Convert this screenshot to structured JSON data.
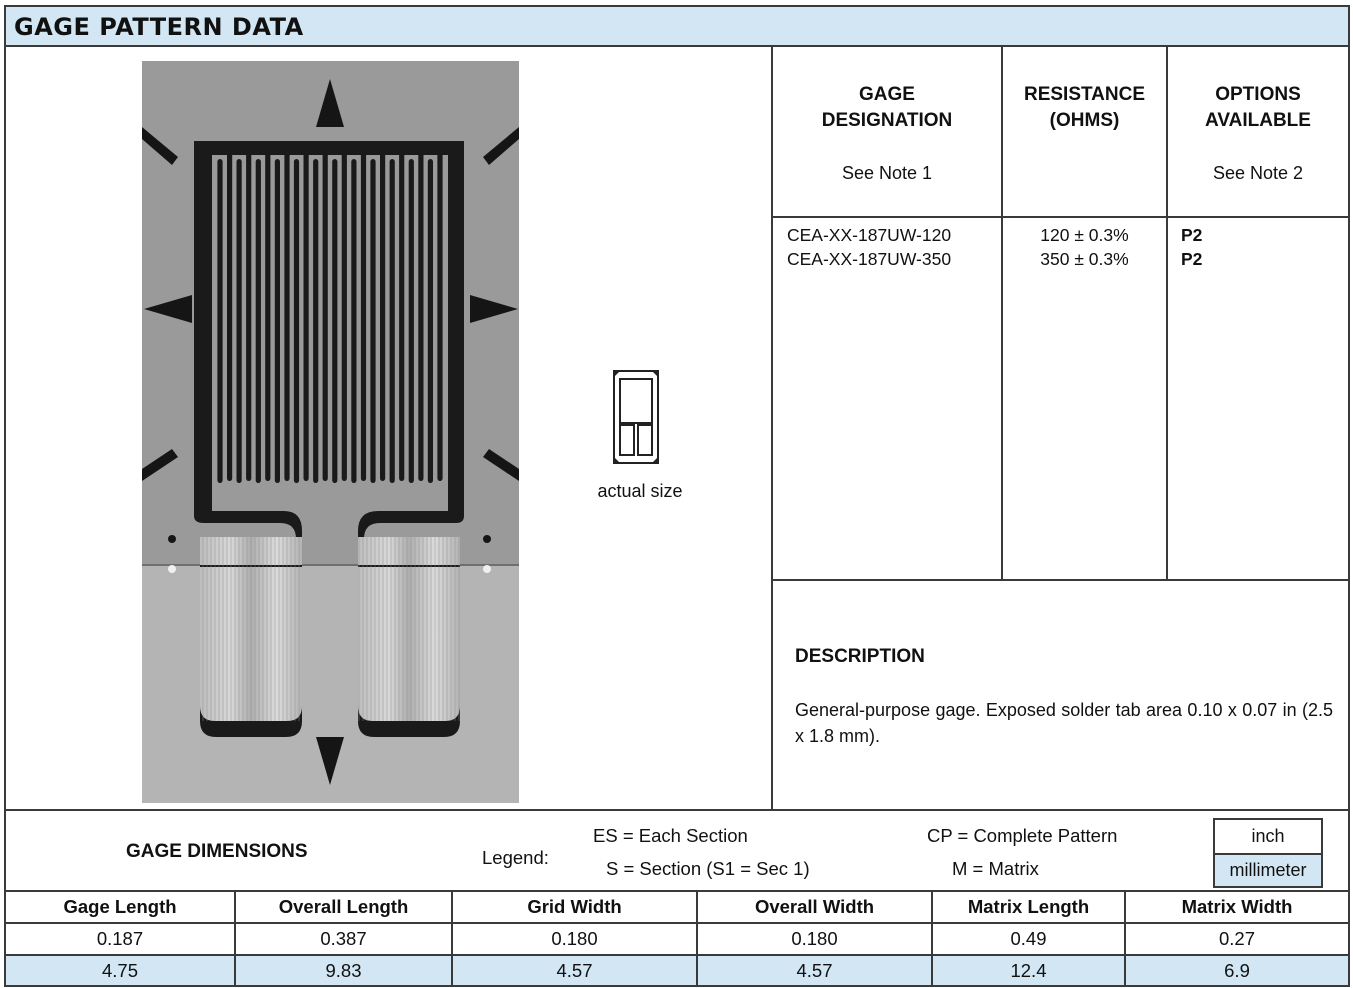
{
  "title": "GAGE PATTERN DATA",
  "actual_size_label": "actual size",
  "table_headers": {
    "designation": [
      "GAGE",
      "DESIGNATION"
    ],
    "designation_note": "See Note 1",
    "resistance": [
      "RESISTANCE",
      "(OHMS)"
    ],
    "options": [
      "OPTIONS",
      "AVAILABLE"
    ],
    "options_note": "See Note 2"
  },
  "gages": [
    {
      "designation": "CEA-XX-187UW-120",
      "resistance": "120 ± 0.3%",
      "options": "P2"
    },
    {
      "designation": "CEA-XX-187UW-350",
      "resistance": "350 ± 0.3%",
      "options": "P2"
    }
  ],
  "description": {
    "title": "DESCRIPTION",
    "text": "General-purpose gage. Exposed solder tab area 0.10 x 0.07 in (2.5 x 1.8 mm)."
  },
  "dimensions": {
    "title": "GAGE DIMENSIONS",
    "legend_label": "Legend:",
    "legend": [
      "ES = Each Section",
      "S = Section (S1 = Sec 1)",
      "CP = Complete Pattern",
      "M = Matrix"
    ],
    "units": {
      "inch": "inch",
      "mm": "millimeter"
    },
    "columns": [
      "Gage Length",
      "Overall Length",
      "Grid Width",
      "Overall Width",
      "Matrix Length",
      "Matrix Width"
    ],
    "inch_values": [
      "0.187",
      "0.387",
      "0.180",
      "0.180",
      "0.49",
      "0.27"
    ],
    "mm_values": [
      "4.75",
      "9.83",
      "4.57",
      "4.57",
      "12.4",
      "6.9"
    ]
  },
  "colors": {
    "header_bg": "#d2e7f3",
    "border": "#3a3a3a"
  }
}
